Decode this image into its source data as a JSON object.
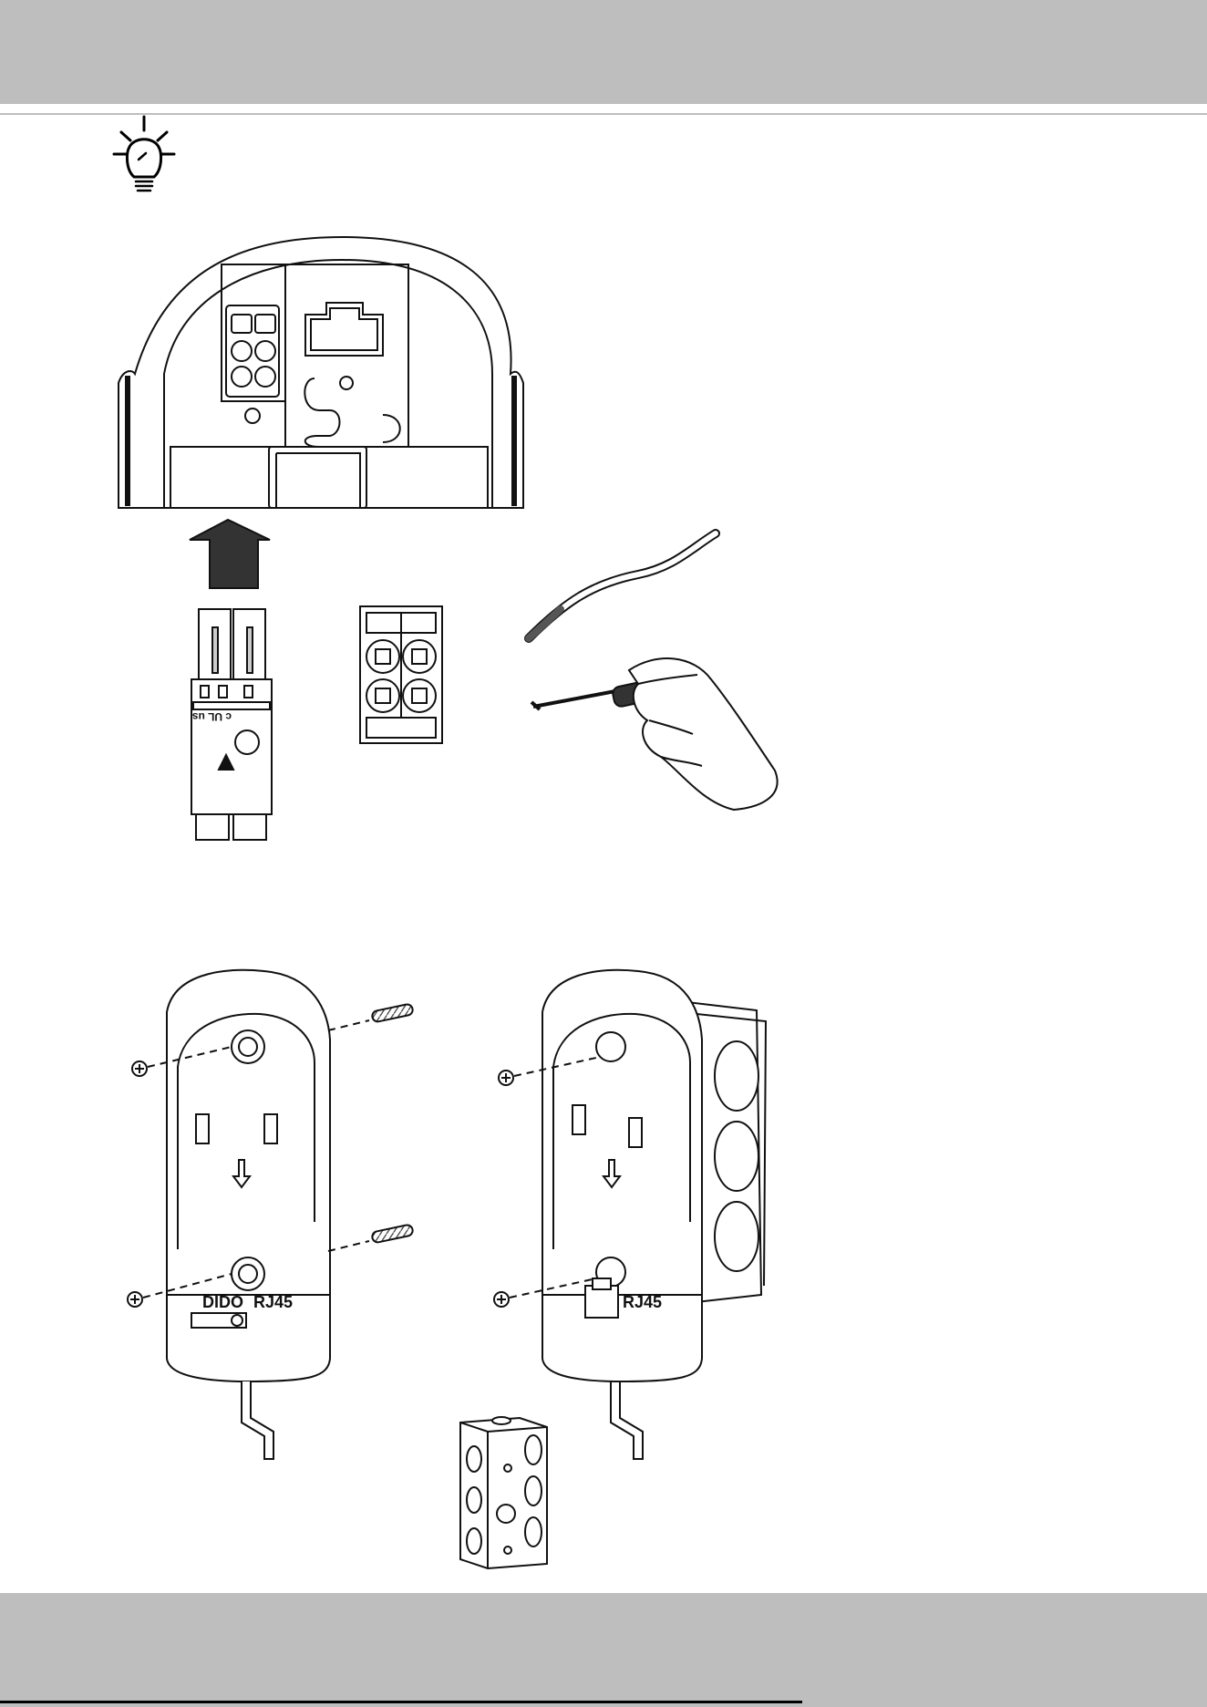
{
  "page": {
    "header_band_color": "#bdbebd",
    "footer_band_color": "#bdbebd"
  },
  "icons": {
    "tip": "lightbulb-icon"
  },
  "labels": {
    "dido": "DIDO",
    "rj45_left": "RJ45",
    "rj45_right": "RJ45",
    "ul_mark": "c UL us"
  }
}
